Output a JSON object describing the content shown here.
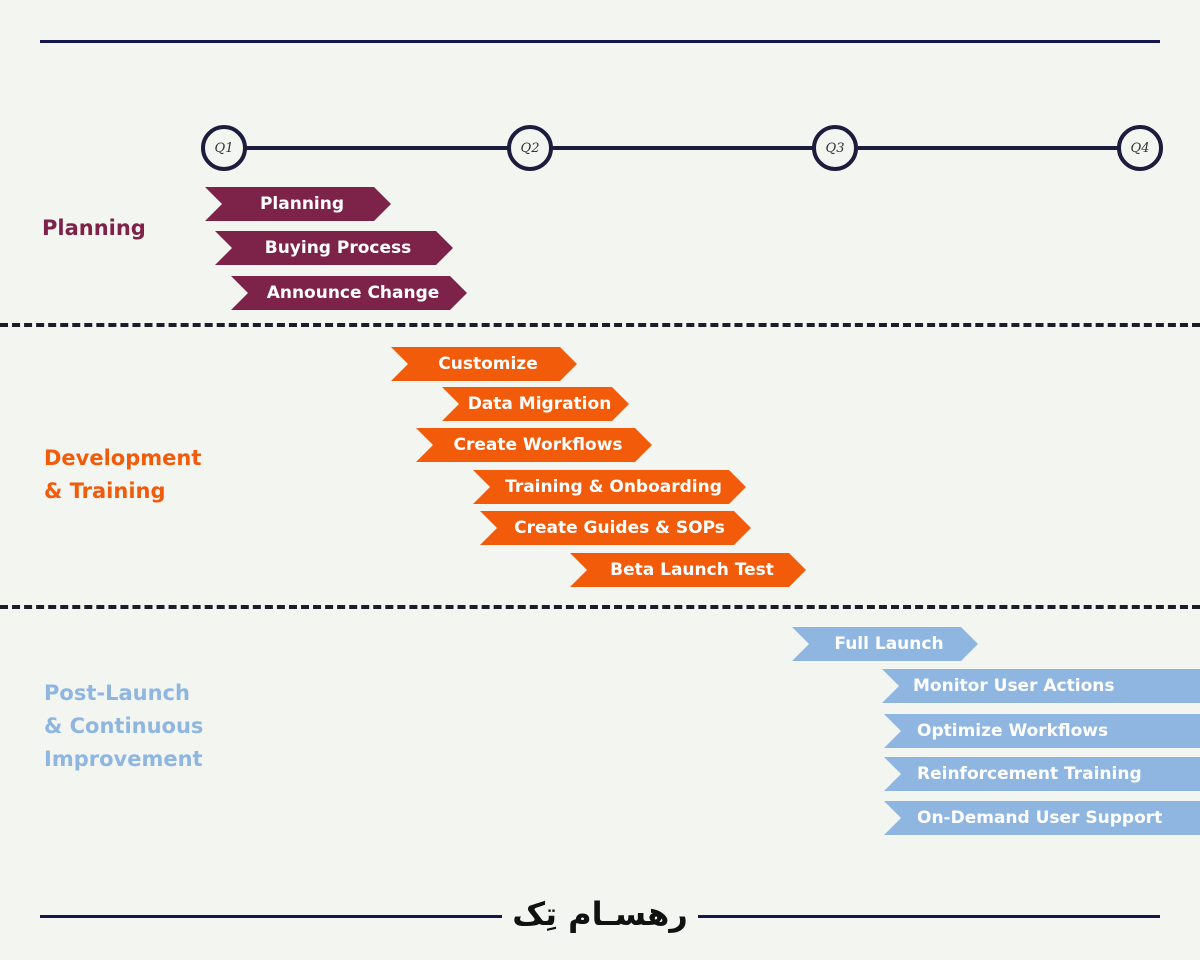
{
  "timeline": {
    "quarters": [
      "Q1",
      "Q2",
      "Q3",
      "Q4"
    ]
  },
  "phases": [
    {
      "label": "Planning",
      "color": "#7d2248"
    },
    {
      "label": "Development\n& Training",
      "color": "#f25b0a"
    },
    {
      "label": "Post-Launch\n& Continuous\nImprovement",
      "color": "#8fb6e1"
    }
  ],
  "tasks": {
    "planning": [
      "Planning",
      "Buying Process",
      "Announce Change"
    ],
    "development": [
      "Customize",
      "Data Migration",
      "Create Workflows",
      "Training & Onboarding",
      "Create Guides & SOPs",
      "Beta Launch Test"
    ],
    "post_launch": [
      "Full Launch",
      "Monitor User Actions",
      "Optimize Workflows",
      "Reinforcement Training",
      "On-Demand User Support"
    ]
  },
  "footer": {
    "brand": "رهسـام تِک"
  }
}
